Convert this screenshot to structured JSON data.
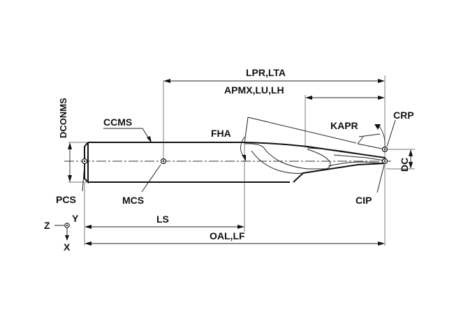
{
  "labels": {
    "lpr_lta": "LPR,LTA",
    "apmx_lu_lh": "APMX,LU,LH",
    "dconms": "DCONMS",
    "ccms": "CCMS",
    "fha": "FHA",
    "kapr": "KAPR",
    "crp": "CRP",
    "dc": "DC",
    "pcs": "PCS",
    "mcs": "MCS",
    "cip": "CIP",
    "ls": "LS",
    "oal_lf": "OAL,LF"
  },
  "axes": {
    "z": "Z",
    "y": "Y",
    "x": "X"
  }
}
